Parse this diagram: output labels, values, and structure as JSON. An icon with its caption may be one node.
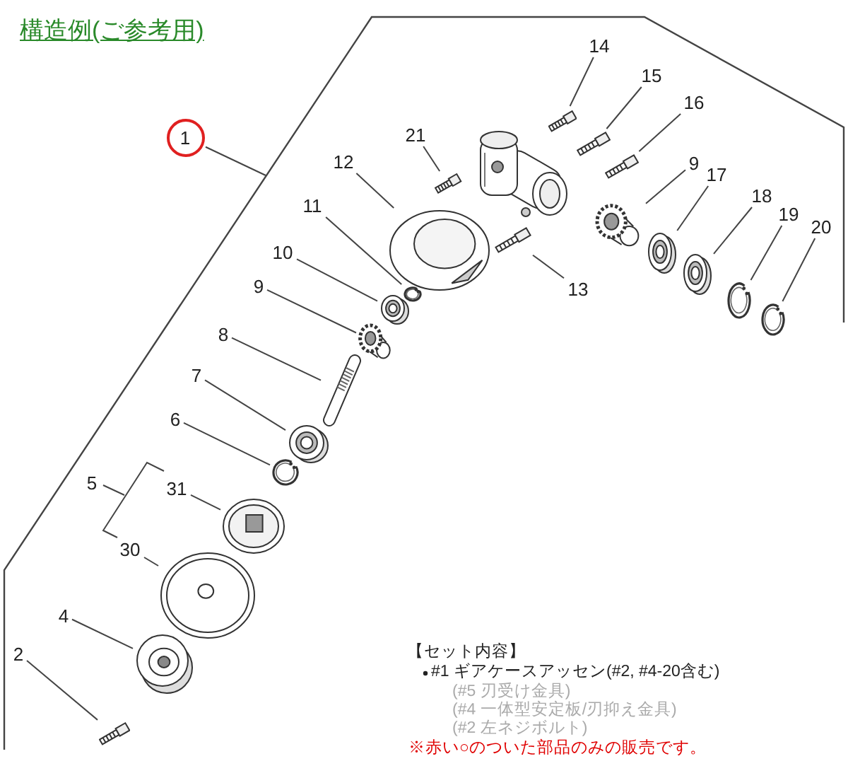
{
  "diagram": {
    "title": "構造例(ご参考用)",
    "nodes": [
      {
        "text": [
          "14"
        ]
      },
      {
        "text": [
          "15"
        ]
      },
      {
        "text": [
          "16"
        ]
      },
      {
        "text": [
          "21"
        ]
      },
      {
        "text": [
          "1"
        ]
      },
      {
        "text": [
          "12"
        ]
      },
      {
        "text": [
          "9"
        ]
      },
      {
        "text": [
          "17"
        ]
      },
      {
        "text": [
          "18"
        ]
      },
      {
        "text": [
          "11"
        ]
      },
      {
        "text": [
          "19"
        ]
      },
      {
        "text": [
          "20"
        ]
      },
      {
        "text": [
          "10"
        ]
      },
      {
        "text": [
          "9"
        ]
      },
      {
        "text": [
          "13"
        ]
      },
      {
        "text": [
          "8"
        ]
      },
      {
        "text": [
          "7"
        ]
      },
      {
        "text": [
          "6"
        ]
      },
      {
        "text": [
          "5"
        ]
      },
      {
        "text": [
          "31"
        ]
      },
      {
        "text": [
          "30"
        ]
      },
      {
        "text": [
          "4"
        ]
      },
      {
        "text": [
          "2"
        ]
      },
      {
        "text": [],
        "shape": "picture"
      },
      {
        "text": [],
        "shape": "picture"
      },
      {
        "text": [],
        "shape": "picture"
      },
      {
        "text": [],
        "shape": "picture"
      },
      {
        "text": [],
        "shape": "picture"
      },
      {
        "text": [],
        "shape": "picture"
      },
      {
        "text": [],
        "shape": "picture"
      },
      {
        "text": [],
        "shape": "picture"
      },
      {
        "text": [],
        "shape": "picture"
      },
      {
        "text": [],
        "shape": "picture"
      },
      {
        "text": [],
        "shape": "picture"
      },
      {
        "text": [],
        "shape": "picture"
      },
      {
        "text": [],
        "shape": "picture"
      },
      {
        "text": [],
        "shape": "picture"
      },
      {
        "text": [],
        "shape": "picture"
      },
      {
        "text": [],
        "shape": "picture"
      },
      {
        "text": [],
        "shape": "picture"
      },
      {
        "text": [],
        "shape": "picture"
      },
      {
        "text": [],
        "shape": "picture"
      },
      {
        "text": [],
        "shape": "picture"
      },
      {
        "text": [],
        "shape": "picture"
      }
    ],
    "edges": [
      {
        "from": 0,
        "to": 23,
        "arrow": "none"
      },
      {
        "from": 1,
        "to": 24,
        "arrow": "none"
      },
      {
        "from": 2,
        "to": 25,
        "arrow": "none"
      },
      {
        "from": 3,
        "to": 26,
        "arrow": "none"
      },
      {
        "from": 4,
        "to": null,
        "arrow": "none"
      },
      {
        "from": 5,
        "to": 27,
        "arrow": "none"
      },
      {
        "from": 6,
        "to": 28,
        "arrow": "none"
      },
      {
        "from": 7,
        "to": 29,
        "arrow": "none"
      },
      {
        "from": 8,
        "to": 30,
        "arrow": "none"
      },
      {
        "from": 9,
        "to": 31,
        "arrow": "none"
      },
      {
        "from": 10,
        "to": 32,
        "arrow": "none"
      },
      {
        "from": 11,
        "to": 33,
        "arrow": "none"
      },
      {
        "from": 12,
        "to": 34,
        "arrow": "none"
      },
      {
        "from": 13,
        "to": 35,
        "arrow": "none"
      },
      {
        "from": 14,
        "to": 36,
        "arrow": "none"
      },
      {
        "from": 15,
        "to": 37,
        "arrow": "none"
      },
      {
        "from": 16,
        "to": 38,
        "arrow": "none"
      },
      {
        "from": 17,
        "to": 39,
        "arrow": "none"
      },
      {
        "from": 19,
        "to": 40,
        "arrow": "none"
      },
      {
        "from": 20,
        "to": 41,
        "arrow": "none"
      },
      {
        "from": 21,
        "to": 42,
        "arrow": "none"
      },
      {
        "from": 22,
        "to": 43,
        "arrow": "none"
      }
    ],
    "labels": [
      "【セット内容】",
      "#1 ギアケースアッセン(#2, #4-20含む)",
      "(#5 刃受け金具)",
      "(#4 一体型安定板/刃抑え金具)",
      "(#2 左ネジボルト)",
      "※赤い○のついた部品のみの販売です。"
    ]
  }
}
